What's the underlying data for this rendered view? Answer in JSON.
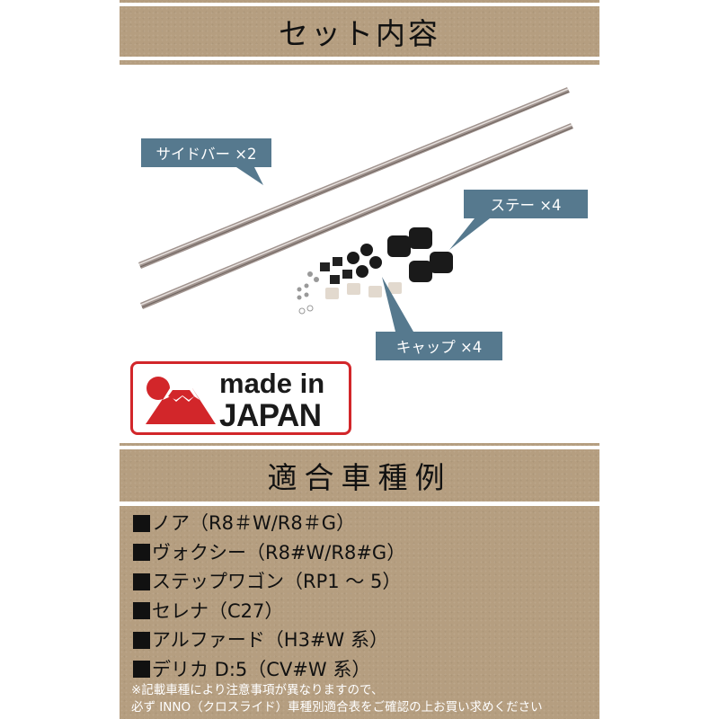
{
  "sections": {
    "set_contents": {
      "title": "セット内容"
    },
    "compatible": {
      "title": "適合車種例"
    }
  },
  "callouts": {
    "side_bar": "サイドバー ×2",
    "stay": "ステー ×4",
    "cap": "キャップ ×4"
  },
  "badge": {
    "line1": "made in",
    "line2": "JAPAN",
    "icon": "mount-fuji-sun-icon",
    "color": "#d2262a"
  },
  "vehicles": [
    "ノア（R8＃W/R8＃G）",
    "ヴォクシー（R8#W/R8#G）",
    "ステップワゴン（RP1 ～ 5）",
    "セレナ（C27）",
    "アルファード（H3#W 系）",
    "デリカ D:5（CV#W 系）"
  ],
  "note": {
    "line1": "※記載車種により注意事項が異なりますので、",
    "line2": "必ず INNO（クロスライド）車種別適合表をご確認の上お買い求めください"
  },
  "colors": {
    "kraft": "#b59e80",
    "callout": "#56798e",
    "text": "#111111"
  }
}
